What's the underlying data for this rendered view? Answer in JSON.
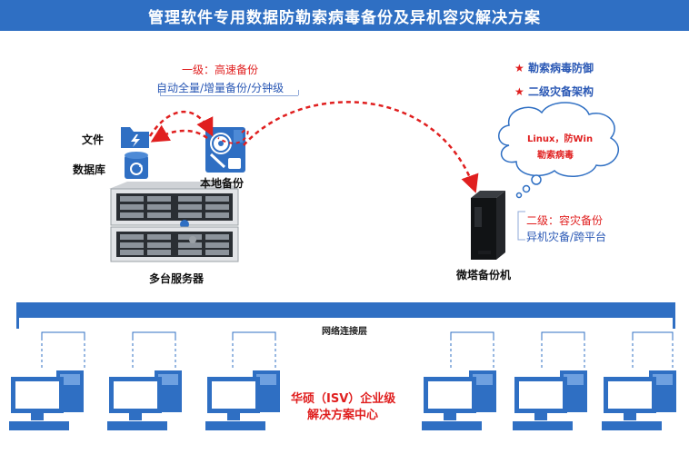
{
  "title": "管理软件专用数据防勒索病毒备份及异机容灾解决方案",
  "level1": {
    "title": "一级：高速备份",
    "subtitle": "自动全量/增量备份/分钟级"
  },
  "features": [
    "勒索病毒防御",
    "二级灾备架构"
  ],
  "file_label": "文件",
  "db_label": "数据库",
  "local_backup_label": "本地备份",
  "servers_label": "多台服务器",
  "cloud_text": [
    "Linux，防Win",
    "勒索病毒"
  ],
  "level2": {
    "title": "二级：容灾备份",
    "subtitle": "异机灾备/跨平台"
  },
  "tower_label": "微塔备份机",
  "network_label": "网络连接层",
  "vendor": [
    "华硕（ISV）企业级",
    "解决方案中心"
  ],
  "colors": {
    "accent": "#2f6fc3",
    "alert": "#e01f1f",
    "text_blue": "#2a58b5",
    "folder": "#2f6fc3"
  },
  "icons": [
    "folder-icon",
    "lightning-icon",
    "database-icon",
    "sync-icon",
    "backup-disk-icon",
    "server-icon",
    "tower-pc-icon",
    "desktop-computer-icon",
    "star-icon",
    "thought-cloud-icon"
  ]
}
